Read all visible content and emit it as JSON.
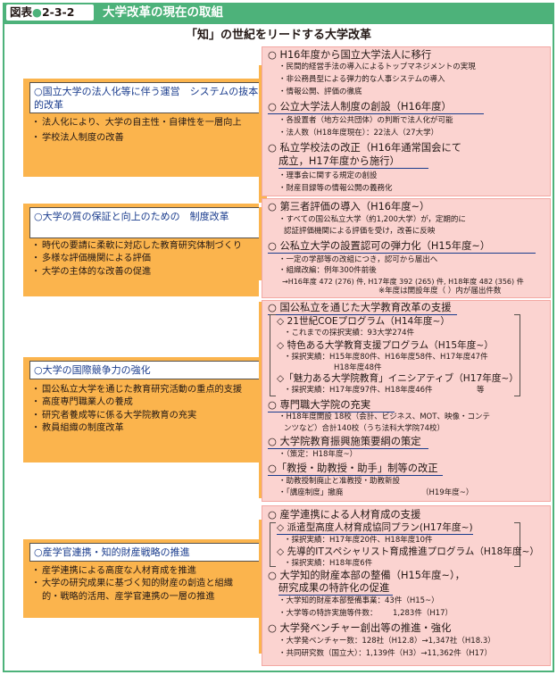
{
  "header": {
    "fig_label": "図表",
    "fig_dot": "●",
    "fig_number": "2-3-2",
    "title": "大学改革の現在の取組"
  },
  "subtitle": "「知」の世紀をリードする大学改革",
  "colors": {
    "header_green": "#4db27a",
    "band_orange": "#fbb44d",
    "panel_pink": "#fbd3d0",
    "title_navy": "#1a3c8d"
  },
  "bands": [
    {
      "title": "○国立大学の法人化等に伴う運営　システムの抜本的改革",
      "items": [
        "法人化により、大学の自主性・自律性を一層向上",
        "学校法人制度の改善"
      ]
    },
    {
      "title": "○大学の質の保証と向上のための　制度改革",
      "items": [
        "時代の要請に柔軟に対応した教育研究体制づくり",
        "多様な評価機関による評価",
        "大学の主体的な改善の促進"
      ]
    },
    {
      "title": "○大学の国際競争力の強化",
      "items": [
        "国公私立大学を通じた教育研究活動の重点的支援",
        "高度専門職業人の養成",
        "研究者養成等に係る大学院教育の充実",
        "教員組織の制度改革"
      ]
    },
    {
      "title": "○産学官連携・知的財産戦略の推進",
      "items": [
        "産学連携による高度な人材育成を推進",
        "大学の研究成果に基づく知的財産の創造と組織的・戦略的活用、産学官連携の一層の推進"
      ]
    }
  ],
  "panels": {
    "p1": {
      "t1": "○ H16年度から国立大学法人に移行",
      "t1_items": [
        "・民間的経営手法の導入によるトップマネジメントの実現",
        "・非公務員型による弾力的な人事システムの導入",
        "・情報公開、評価の徹底"
      ],
      "t2": "○ 公立大学法人制度の創設（H16年度）",
      "t2_items": [
        "・各設置者（地方公共団体）の判断で法人化が可能",
        "・法人数（H18年度現在）：22法人（27大学）"
      ],
      "t3_line1": "○ 私立学校法の改正（H16年通常国会にて",
      "t3_line2": "成立，H17年度から施行）",
      "t3_items": [
        "・理事会に関する規定の創設",
        "・財産目録等の情報公開の義務化"
      ]
    },
    "p2": {
      "t1": "○ 第三者評価の導入（H16年度~）",
      "t1_items": [
        "・すべての国公私立大学（約1,200大学）が，定期的に",
        "認証評価機関による評価を受け，改善に反映"
      ],
      "t2": "○ 公私立大学の設置認可の弾力化（H15年度~）",
      "t2_items": [
        "・一定の学部等の改組につき，認可から届出へ",
        "・組織改編：例年300件前後",
        "→H16年度 472 (276) 件, H17年度 392 (265) 件, H18年度 482 (356) 件",
        "※年度は開設年度（ ）内が届出件数"
      ]
    },
    "p3": {
      "t1": "○ 国公私立を通じた大学教育改革の支援",
      "s1": "◇ 21世紀COEプログラム（H14年度~）",
      "s1_items": [
        "・これまでの採択実績：93大学274件"
      ],
      "s2": "◇ 特色ある大学教育支援プログラム（H15年度~）",
      "s2_items": [
        "・採択実績：H15年度80件、H16年度58件、H17年度47件",
        "H18年度48件"
      ],
      "s3": "◇「魅力ある大学院教育」イニシアティブ（H17年度~）",
      "s3_items": [
        "・採択実績：H17年度97件、H18年度46件",
        "等"
      ],
      "t2": "○ 専門職大学院の充実",
      "t2_items": [
        "・H18年度開設 18校（会計、ビジネス、MOT、映像・コンテ",
        "ンツなど）合計140校（うち法科大学院74校）"
      ],
      "t3": "○ 大学院教育振興施策要綱の策定",
      "t3_items": [
        "・（策定：H18年度~）"
      ],
      "t4": "○「教授・助教授・助手」制等の改正",
      "t4_items": [
        "・助教授制廃止と准教授・助教新設",
        "・「講座制度」撤廃",
        "（H19年度~）"
      ]
    },
    "p4": {
      "t1": "○ 産学連携による人材育成の支援",
      "s1": "◇ 派遣型高度人材育成協同プラン(H17年度~)",
      "s1_items": [
        "・採択実績：H17年度20件、H18年度10件"
      ],
      "s2": "◇ 先導的ITスペシャリスト育成推進プログラム（H18年度~）",
      "s2_items": [
        "・採択実績：H18年度6件"
      ],
      "t2_line1": "○ 大学知的財産本部の整備（H15年度~），",
      "t2_line2": "研究成果の特許化の促進",
      "t2_items": [
        "・大学知的財産本部整備事業：43件（H15~）",
        "・大学等の特許実施等件数：",
        "1,283件（H17）"
      ],
      "t3": "○ 大学発ベンチャー創出等の推進・強化",
      "t3_items": [
        "・大学発ベンチャー数：128社（H12.8）→1,347社（H18.3）",
        "・共同研究数（国立大）：1,139件（H3）→11,362件（H17）"
      ]
    }
  }
}
